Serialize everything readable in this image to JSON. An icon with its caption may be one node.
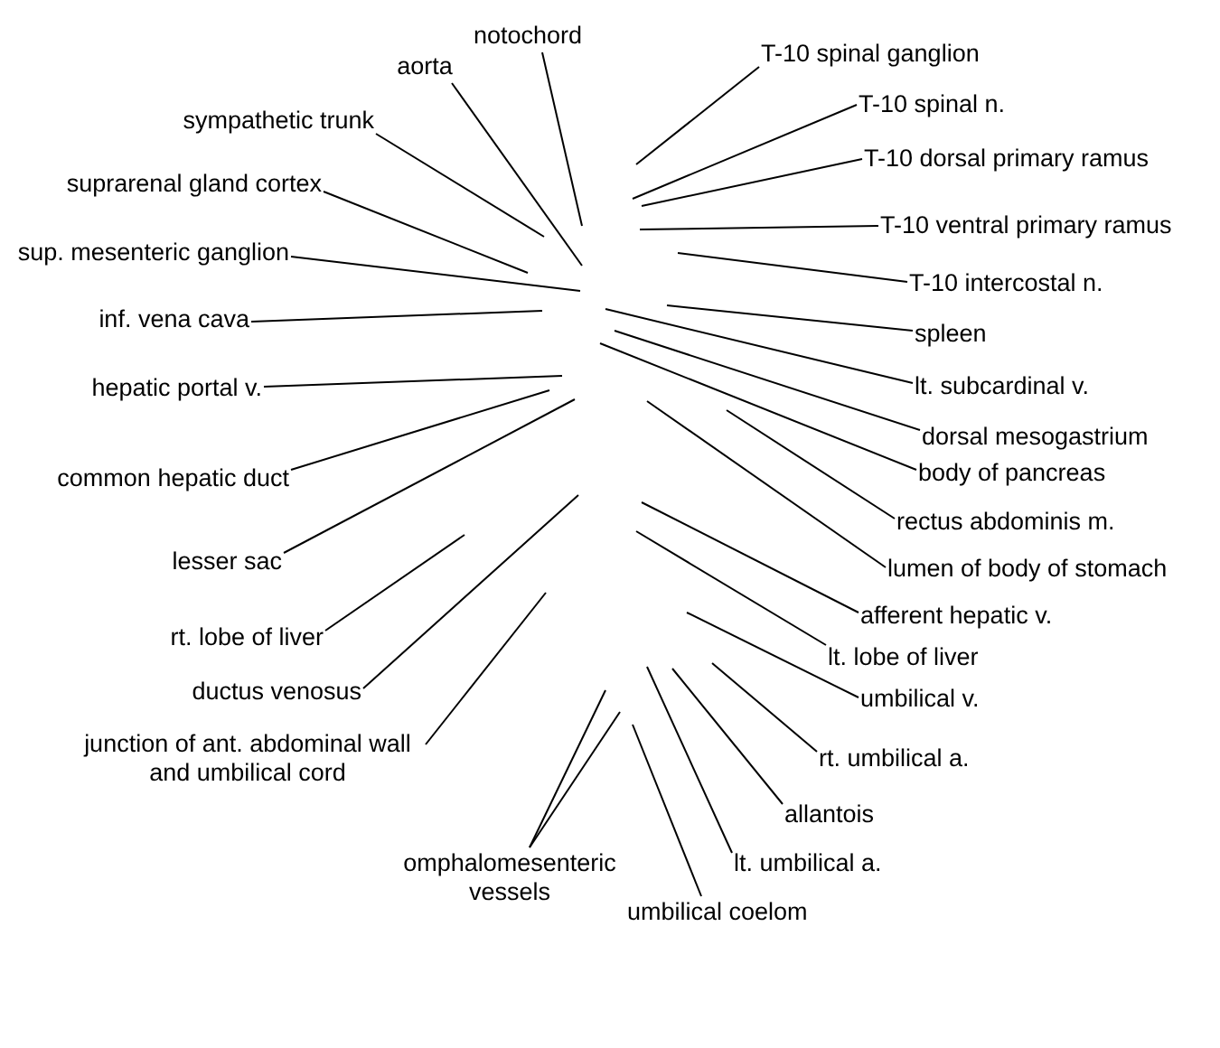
{
  "diagram": {
    "nodes": [
      {
        "text": [
          "notochord"
        ]
      },
      {
        "text": [
          "aorta"
        ]
      },
      {
        "text": [
          "sympathetic trunk"
        ]
      },
      {
        "text": [
          "suprarenal gland cortex"
        ]
      },
      {
        "text": [
          "sup. mesenteric ganglion"
        ]
      },
      {
        "text": [
          "inf. vena cava"
        ]
      },
      {
        "text": [
          "hepatic portal v."
        ]
      },
      {
        "text": [
          "common hepatic duct"
        ]
      },
      {
        "text": [
          "lesser sac"
        ]
      },
      {
        "text": [
          "rt. lobe of liver"
        ]
      },
      {
        "text": [
          "ductus venosus"
        ]
      },
      {
        "text": [
          "junction of ant. abdominal wall and umbilical cord"
        ]
      },
      {
        "text": [
          "omphalomesenteric vessels"
        ]
      },
      {
        "text": [
          "umbilical coelom"
        ]
      },
      {
        "text": [
          "T-10 spinal ganglion"
        ]
      },
      {
        "text": [
          "T-10 spinal n."
        ]
      },
      {
        "text": [
          "T-10 dorsal primary ramus"
        ]
      },
      {
        "text": [
          "T-10 ventral primary ramus"
        ]
      },
      {
        "text": [
          "T-10 intercostal n."
        ]
      },
      {
        "text": [
          "spleen"
        ]
      },
      {
        "text": [
          "lt. subcardinal v."
        ]
      },
      {
        "text": [
          "dorsal mesogastrium"
        ]
      },
      {
        "text": [
          "body of pancreas"
        ]
      },
      {
        "text": [
          "rectus abdominis m."
        ]
      },
      {
        "text": [
          "lumen of body of stomach"
        ]
      },
      {
        "text": [
          "afferent hepatic v."
        ]
      },
      {
        "text": [
          "lt. lobe of liver"
        ]
      },
      {
        "text": [
          "umbilical v."
        ]
      },
      {
        "text": [
          "rt. umbilical a."
        ]
      },
      {
        "text": [
          "allantois"
        ]
      },
      {
        "text": [
          "lt. umbilical a."
        ]
      }
    ],
    "edges": [
      {
        "from": 0,
        "to": null,
        "arrow": "none"
      },
      {
        "from": 1,
        "to": null,
        "arrow": "none"
      },
      {
        "from": 2,
        "to": null,
        "arrow": "none"
      },
      {
        "from": 3,
        "to": null,
        "arrow": "none"
      },
      {
        "from": 4,
        "to": null,
        "arrow": "none"
      },
      {
        "from": 5,
        "to": null,
        "arrow": "none"
      },
      {
        "from": 6,
        "to": null,
        "arrow": "none"
      },
      {
        "from": 7,
        "to": null,
        "arrow": "none"
      },
      {
        "from": 8,
        "to": null,
        "arrow": "none"
      },
      {
        "from": 9,
        "to": null,
        "arrow": "none"
      },
      {
        "from": 10,
        "to": null,
        "arrow": "none"
      },
      {
        "from": 11,
        "to": null,
        "arrow": "none"
      },
      {
        "from": 12,
        "to": null,
        "arrow": "none"
      },
      {
        "from": 12,
        "to": null,
        "arrow": "none"
      },
      {
        "from": 13,
        "to": null,
        "arrow": "none"
      },
      {
        "from": 14,
        "to": null,
        "arrow": "none"
      },
      {
        "from": 15,
        "to": null,
        "arrow": "none"
      },
      {
        "from": 16,
        "to": null,
        "arrow": "none"
      },
      {
        "from": 17,
        "to": null,
        "arrow": "none"
      },
      {
        "from": 18,
        "to": null,
        "arrow": "none"
      },
      {
        "from": 19,
        "to": null,
        "arrow": "none"
      },
      {
        "from": 20,
        "to": null,
        "arrow": "none"
      },
      {
        "from": 21,
        "to": null,
        "arrow": "none"
      },
      {
        "from": 22,
        "to": null,
        "arrow": "none"
      },
      {
        "from": 23,
        "to": null,
        "arrow": "none"
      },
      {
        "from": 24,
        "to": null,
        "arrow": "none"
      },
      {
        "from": 25,
        "to": null,
        "arrow": "none"
      },
      {
        "from": 26,
        "to": null,
        "arrow": "none"
      },
      {
        "from": 27,
        "to": null,
        "arrow": "none"
      },
      {
        "from": 28,
        "to": null,
        "arrow": "none"
      },
      {
        "from": 29,
        "to": null,
        "arrow": "none"
      },
      {
        "from": 30,
        "to": null,
        "arrow": "none"
      }
    ]
  }
}
